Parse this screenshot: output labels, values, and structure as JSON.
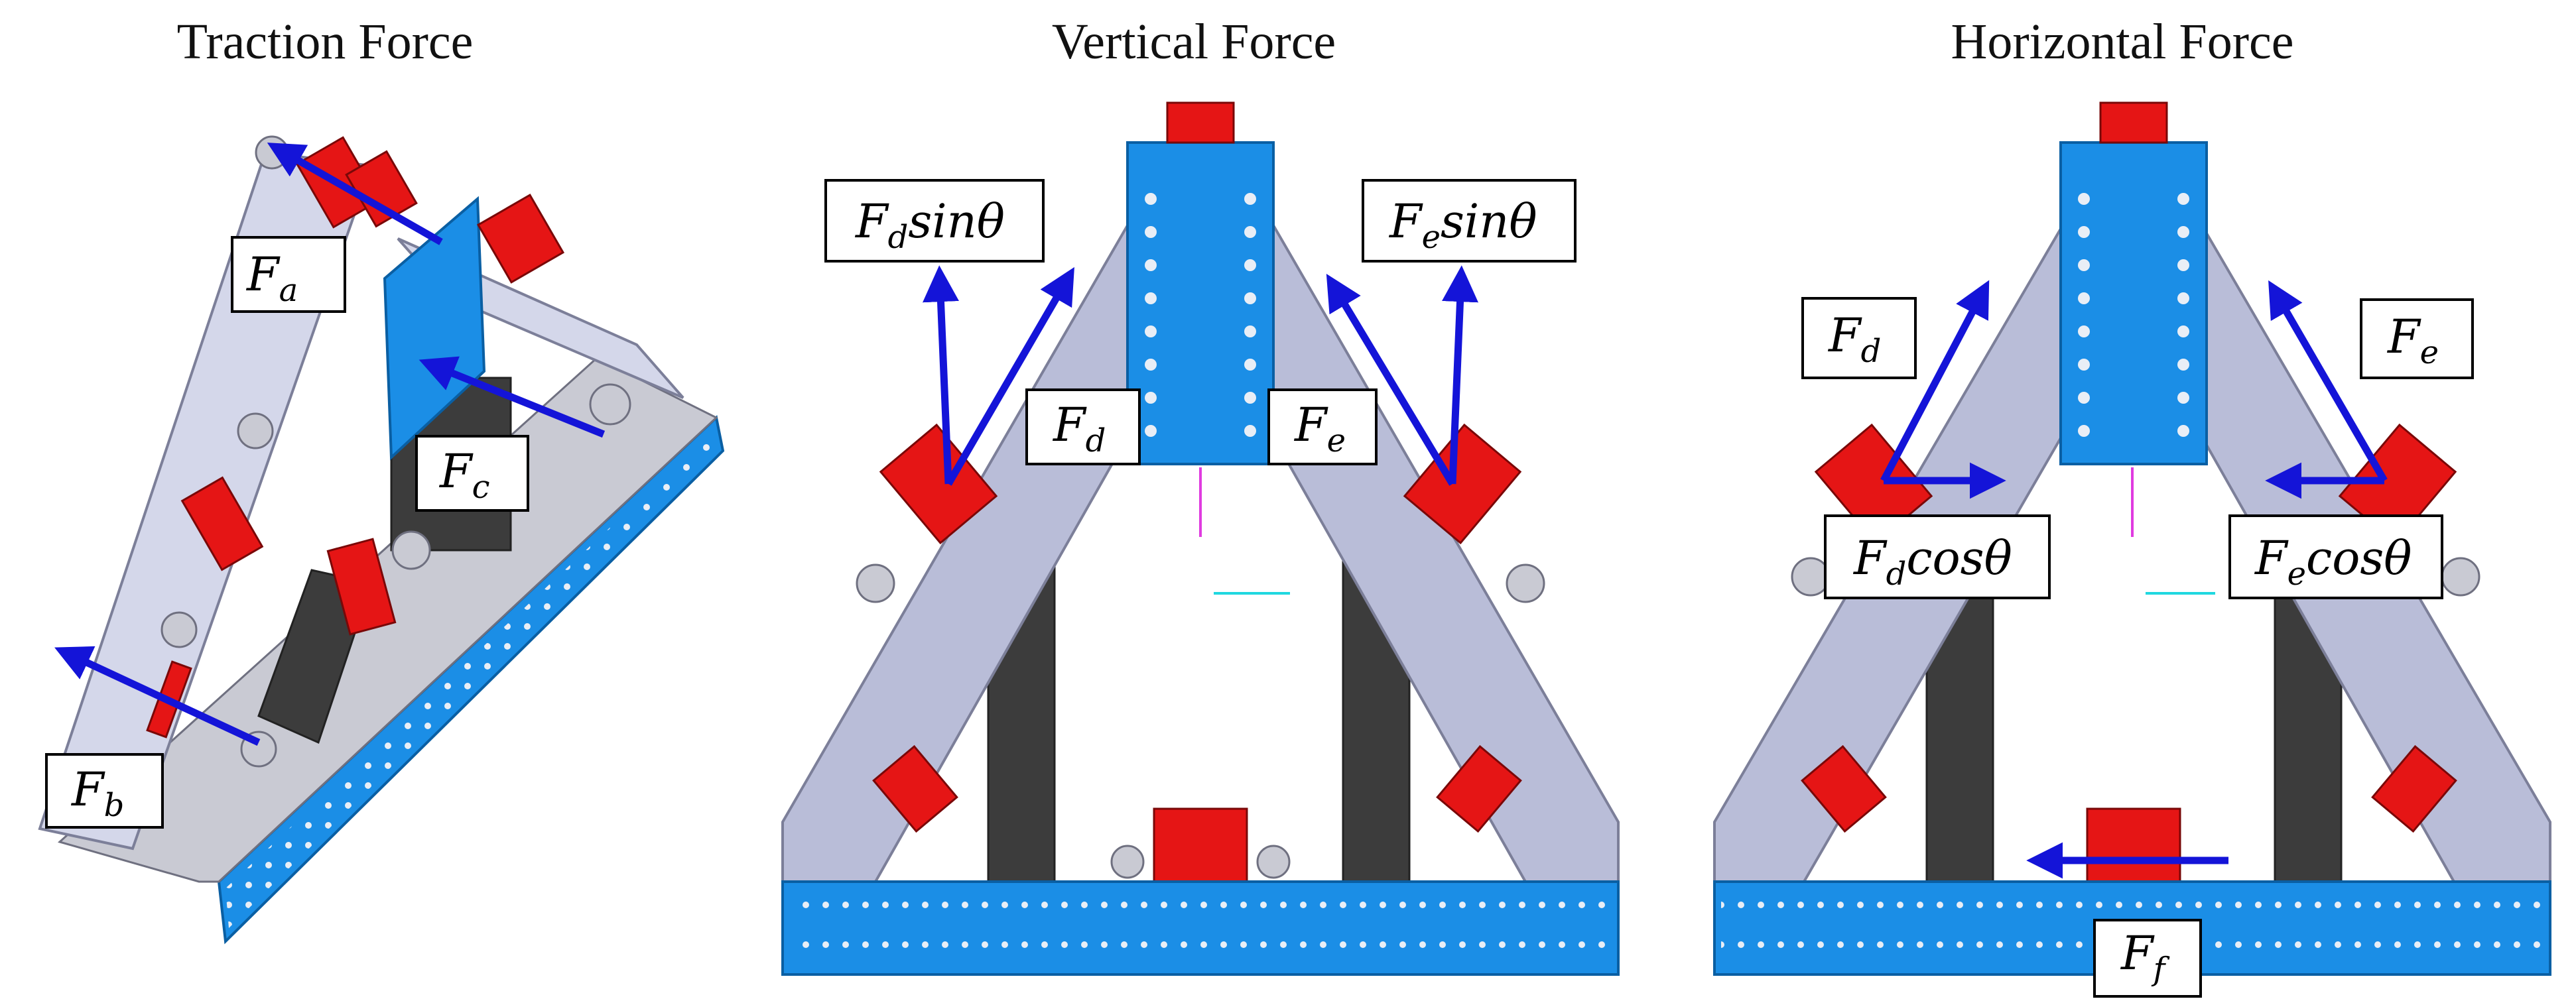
{
  "panels": [
    {
      "title": "Traction Force"
    },
    {
      "title": "Vertical Force"
    },
    {
      "title": "Horizontal Force"
    }
  ],
  "labels": {
    "Fa": {
      "base": "F",
      "sub": "a",
      "tail": ""
    },
    "Fb": {
      "base": "F",
      "sub": "b",
      "tail": ""
    },
    "Fc": {
      "base": "F",
      "sub": "c",
      "tail": ""
    },
    "Fd_sin": {
      "base": "F",
      "sub": "d",
      "tail": "sinθ"
    },
    "Fe_sin": {
      "base": "F",
      "sub": "e",
      "tail": "sinθ"
    },
    "Fd_v": {
      "base": "F",
      "sub": "d",
      "tail": ""
    },
    "Fe_v": {
      "base": "F",
      "sub": "e",
      "tail": ""
    },
    "Fd_h": {
      "base": "F",
      "sub": "d",
      "tail": ""
    },
    "Fe_h": {
      "base": "F",
      "sub": "e",
      "tail": ""
    },
    "Fd_cos": {
      "base": "F",
      "sub": "d",
      "tail": "cosθ"
    },
    "Fe_cos": {
      "base": "F",
      "sub": "e",
      "tail": "cosθ"
    },
    "Ff": {
      "base": "F",
      "sub": "f",
      "tail": ""
    }
  },
  "colors": {
    "arrow": "#1414d8",
    "frame_blue": "#1b8ee6",
    "clamp_red": "#e51515",
    "beam": "#b9bdd8",
    "post": "#3c3c3c"
  }
}
